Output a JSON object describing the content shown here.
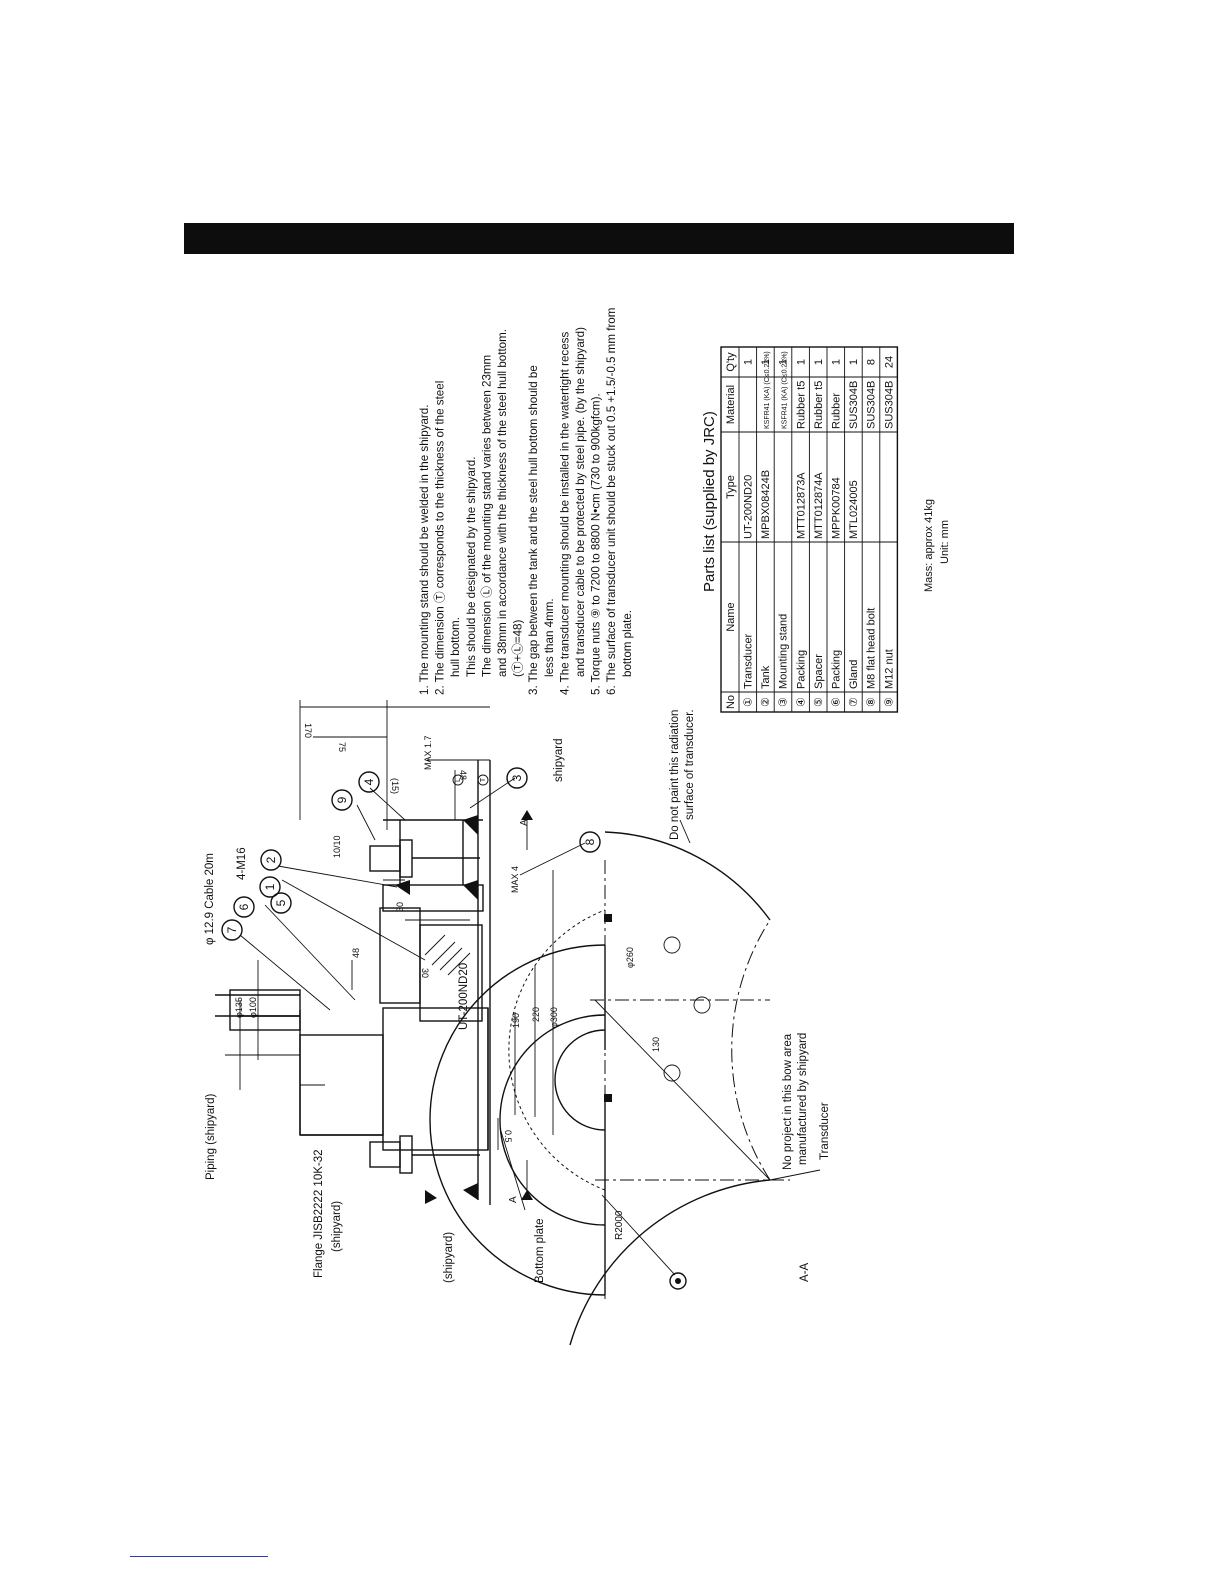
{
  "notes": [
    {
      "num": "1.",
      "lines": [
        "The mounting stand should be welded in the shipyard."
      ]
    },
    {
      "num": "2.",
      "lines": [
        "The dimension Ⓣ corresponds to the thickness of the steel",
        "hull bottom.",
        "This should be designated by the shipyard.",
        "The dimension Ⓛ of the mounting stand varies between 23mm",
        "and 38mm in accordance with the thickness of the steel hull bottom.",
        "(Ⓣ+Ⓛ=48)"
      ]
    },
    {
      "num": "3.",
      "lines": [
        "The gap between the tank and the steel hull bottom should be",
        "less than 4mm."
      ]
    },
    {
      "num": "4.",
      "lines": [
        "The transducer mounting should be installed in the watertight recess",
        "and transducer cable to be protected by steel pipe. (by the shipyard)"
      ]
    },
    {
      "num": "5.",
      "lines": [
        "Torque nuts ⑨ to 7200 to 8800 N•cm (730 to 900kgfcm)."
      ]
    },
    {
      "num": "6.",
      "lines": [
        "The surface of transducer unit should be stuck out 0.5 +1.5/-0.5 mm from",
        "bottom plate."
      ]
    }
  ],
  "parts": {
    "title": "Parts list (supplied by JRC)",
    "headers": [
      "No",
      "Name",
      "Type",
      "Material",
      "Q'ty"
    ],
    "rows": [
      [
        "①",
        "Transducer",
        "UT-200ND20",
        "",
        "1"
      ],
      [
        "②",
        "Tank",
        "MPBX08424B",
        "KSFR41 (KA) (C≤0.23%)",
        "1"
      ],
      [
        "③",
        "Mounting stand",
        "",
        "KSFR41 (KA) (C≤0.23%)",
        "1"
      ],
      [
        "④",
        "Packing",
        "MTT012873A",
        "Rubber t5",
        "1"
      ],
      [
        "⑤",
        "Spacer",
        "MTT012874A",
        "Rubber t5",
        "1"
      ],
      [
        "⑥",
        "Packing",
        "MPPK00784",
        "Rubber",
        "1"
      ],
      [
        "⑦",
        "Gland",
        "MTL024005",
        "SUS304B",
        "1"
      ],
      [
        "⑧",
        "M8 flat head bolt",
        "",
        "SUS304B",
        "8"
      ],
      [
        "⑨",
        "M12 nut",
        "",
        "SUS304B",
        "24"
      ]
    ],
    "mass": "Mass: approx 41kg",
    "unit": "Unit: mm"
  },
  "drawing": {
    "piping": "Piping (shipyard)",
    "flange": "Flange JISB2222 10K-32",
    "flange_sub": "(shipyard)",
    "shipyard_left": "(shipyard)",
    "shipyard_right": "shipyard",
    "bottom_plate": "Bottom plate",
    "section": "A-A",
    "cable": "φ 12.9 Cable 20m",
    "bolt_spec": "4-M16",
    "model": "UT-200ND20",
    "no_project": "No project in this bow area",
    "no_project_2": "manufactured by shipyard",
    "transducer": "Transducer",
    "no_paint": "Do not paint this radiation",
    "no_paint_2": "surface of transducer.",
    "weld": "10/10",
    "max17": "MAX 1.7",
    "max4": "MAX 4",
    "callouts": [
      "1",
      "2",
      "3",
      "4",
      "5",
      "6",
      "7",
      "8",
      "9"
    ],
    "dims": {
      "d170": "170",
      "d75": "75",
      "d48a": "48",
      "d48b": "48",
      "d15": "(15)",
      "d30a": "30",
      "d30b": "30",
      "d135": "φ135",
      "d100": "φ100",
      "d190": "190",
      "d220": "220",
      "d300": "φ300",
      "d260": "φ260",
      "d130": "130",
      "d05": "0.5",
      "r2000": "R2000",
      "letterA": "A",
      "T": "T",
      "L": "L"
    }
  }
}
